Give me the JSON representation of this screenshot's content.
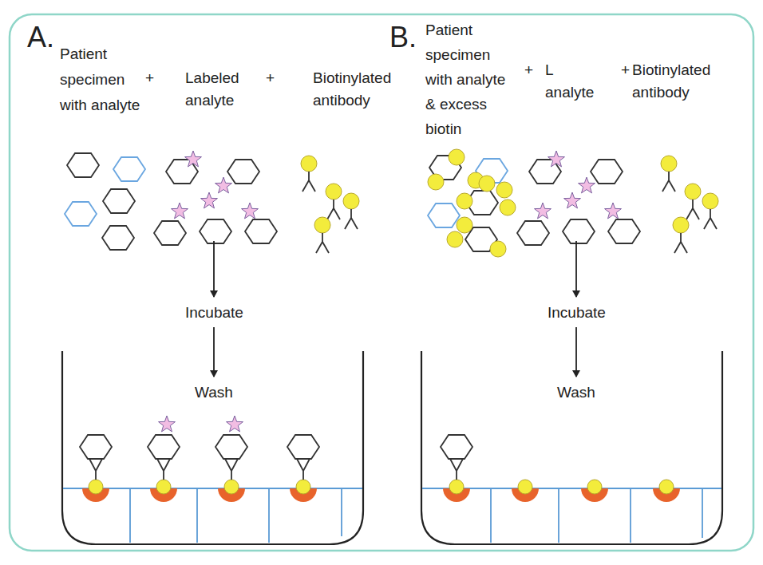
{
  "diagram": {
    "labels": [
      "A.",
      "Patient specimen with analyte",
      "+",
      "Labeled analyte",
      "+",
      "Biotinylated antibody",
      "Incubate",
      "Wash",
      "B.",
      "Patient specimen with analyte & excess biotin",
      "+",
      "L",
      "analyte",
      "+",
      "Biotinylated antibody",
      "Incubate",
      "Wash"
    ]
  }
}
